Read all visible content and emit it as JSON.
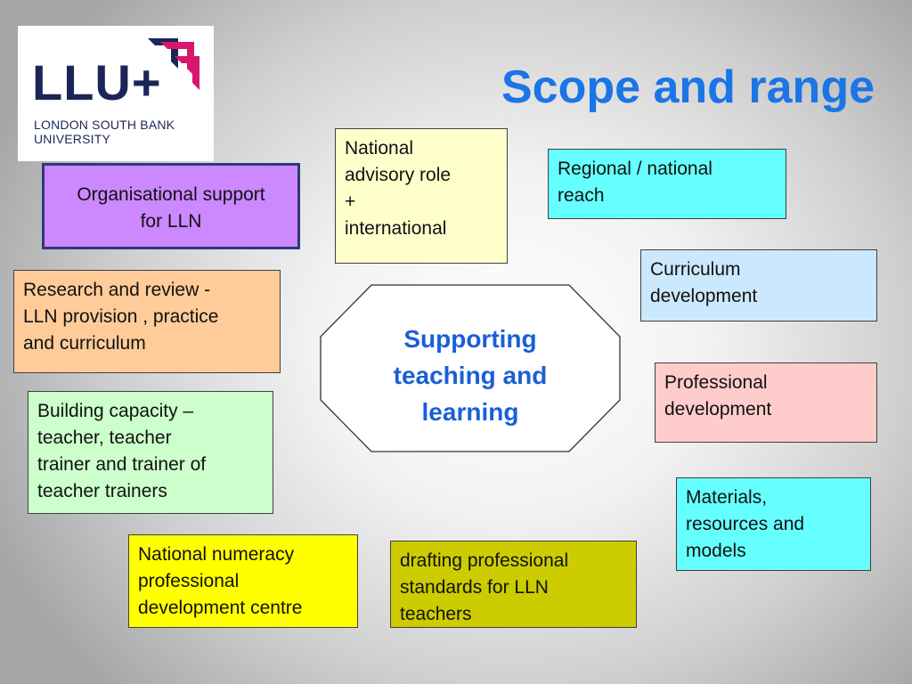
{
  "slide": {
    "title": "Scope and range",
    "colors": {
      "title": "#1a75e6",
      "center_text": "#1a5fd6",
      "logo_navy": "#1c2559",
      "logo_magenta": "#d6176b"
    }
  },
  "logo": {
    "mark": "LLU+",
    "line1": "LONDON SOUTH BANK",
    "line2": "UNIVERSITY",
    "icon": "diagonal-arrows-icon"
  },
  "center": {
    "lines": [
      "Supporting",
      "teaching and",
      "learning"
    ]
  },
  "boxes": {
    "national_advisory": {
      "lines": [
        "National",
        "advisory role",
        "+",
        "international"
      ]
    },
    "regional": {
      "lines": [
        "Regional / national",
        "reach"
      ]
    },
    "organisational": {
      "lines": [
        "Organisational support",
        "for LLN"
      ]
    },
    "curriculum": {
      "lines": [
        "Curriculum",
        "development"
      ]
    },
    "research": {
      "lines": [
        "Research and review -",
        "LLN provision , practice",
        "and curriculum"
      ]
    },
    "professional": {
      "lines": [
        "Professional",
        "development"
      ]
    },
    "building": {
      "lines": [
        "Building capacity –",
        "teacher, teacher",
        "trainer and trainer of",
        "teacher trainers"
      ]
    },
    "materials": {
      "lines": [
        "Materials,",
        "resources and",
        "models"
      ]
    },
    "numeracy": {
      "lines": [
        "National numeracy",
        "professional",
        "development centre"
      ]
    },
    "drafting": {
      "lines": [
        "drafting professional",
        "standards for LLN",
        "teachers"
      ]
    }
  }
}
